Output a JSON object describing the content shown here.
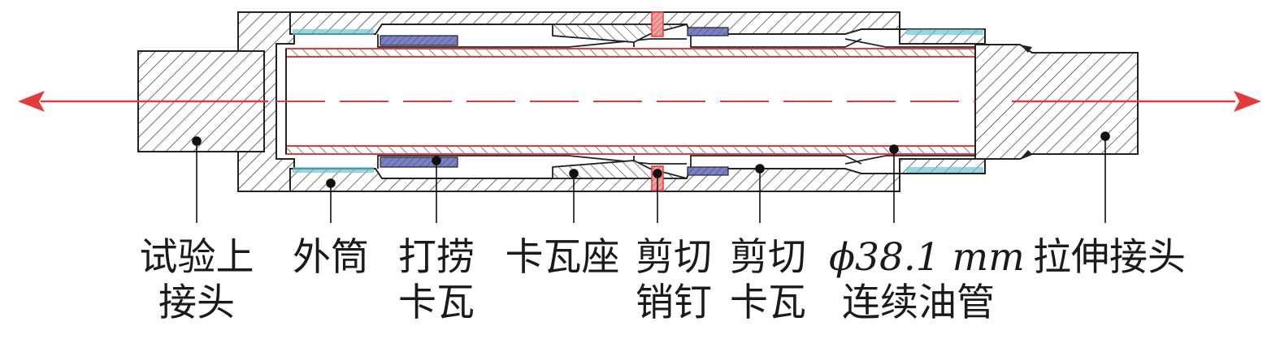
{
  "colors": {
    "outline": "#222222",
    "hatch": "#333333",
    "tube": "#e23b3b",
    "slip_insert": "#7b7fc4",
    "thread": "#6bc3d3",
    "pin": "#e23b3b",
    "arrow": "#e23b3b"
  },
  "labels": [
    {
      "id": "test-upper-joint",
      "lines": [
        "试验上",
        "接头"
      ]
    },
    {
      "id": "outer-barrel",
      "lines": [
        "外筒"
      ]
    },
    {
      "id": "fishing-slip",
      "lines": [
        "打捞",
        "卡瓦"
      ]
    },
    {
      "id": "slip-seat",
      "lines": [
        "卡瓦座"
      ]
    },
    {
      "id": "shear-pin",
      "lines": [
        "剪切",
        "销钉"
      ]
    },
    {
      "id": "shear-slip",
      "lines": [
        "剪切",
        "卡瓦"
      ]
    },
    {
      "id": "coiled-tubing",
      "lines": [
        "ϕ38.1 mm",
        "连续油管"
      ]
    },
    {
      "id": "tension-joint",
      "lines": [
        "拉伸接头"
      ]
    }
  ]
}
